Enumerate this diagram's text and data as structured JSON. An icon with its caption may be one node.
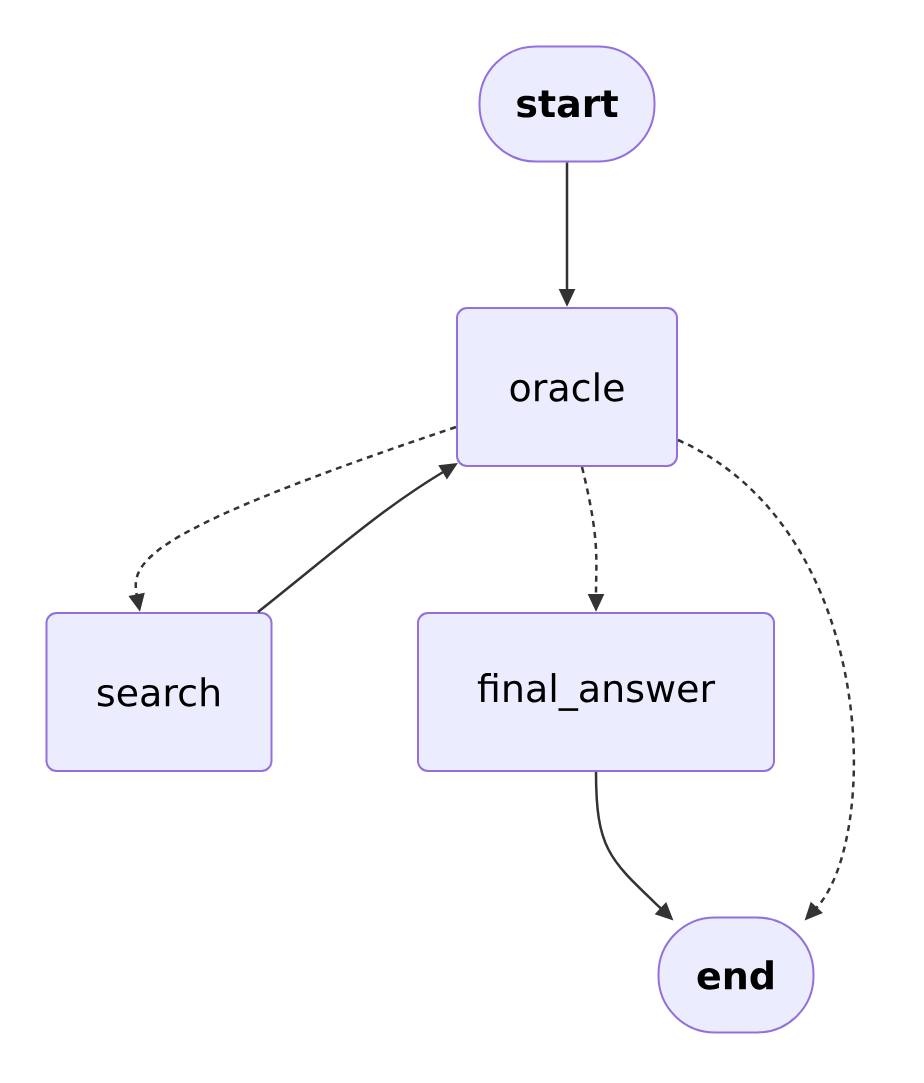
{
  "diagram": {
    "nodes": [
      {
        "text": [
          "start"
        ]
      },
      {
        "text": [
          "oracle"
        ]
      },
      {
        "text": [
          "search"
        ]
      },
      {
        "text": [
          "final_answer"
        ]
      },
      {
        "text": [
          "end"
        ]
      }
    ],
    "edges": [
      {
        "from": 0,
        "to": 1,
        "arrow": "to"
      },
      {
        "from": 1,
        "to": 2,
        "arrow": "to",
        "style": "dashed"
      },
      {
        "from": 2,
        "to": 1,
        "arrow": "to"
      },
      {
        "from": 1,
        "to": 3,
        "arrow": "to",
        "style": "dashed"
      },
      {
        "from": 1,
        "to": 4,
        "arrow": "to",
        "style": "dashed"
      },
      {
        "from": 3,
        "to": 4,
        "arrow": "to"
      }
    ]
  }
}
